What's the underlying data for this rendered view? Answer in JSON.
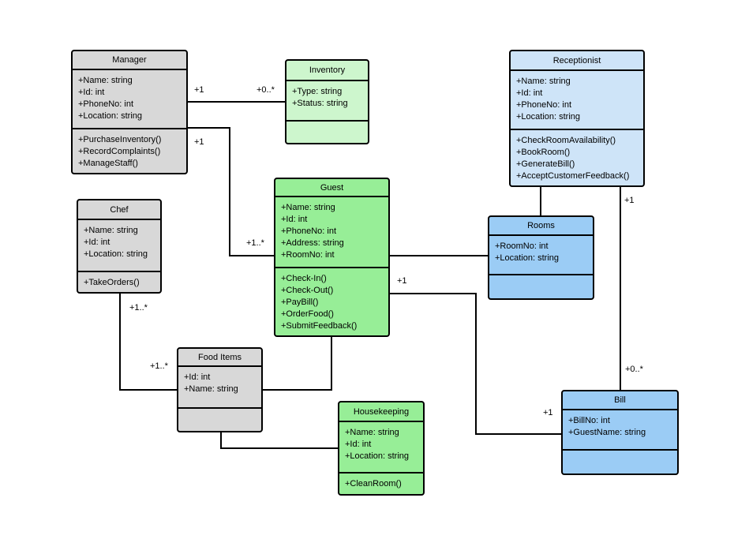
{
  "diagram": {
    "background_color": "#ffffff",
    "stroke_color": "#000000",
    "text_color": "#000000",
    "fill_colors": {
      "gray": "#d8d8d8",
      "pale_green": "#cdf6cd",
      "green": "#97ee97",
      "pale_blue": "#cee4f8",
      "blue": "#9bccf5"
    },
    "classes": [
      {
        "id": "manager",
        "title": "Manager",
        "attributes": [
          "+Name: string",
          "+Id: int",
          "+PhoneNo: int",
          "+Location: string"
        ],
        "methods": [
          "+PurchaseInventory()",
          "+RecordComplaints()",
          "+ManageStaff()"
        ],
        "fill": "gray"
      },
      {
        "id": "inventory",
        "title": "Inventory",
        "attributes": [
          "+Type: string",
          "+Status: string"
        ],
        "methods": [],
        "fill": "pale_green"
      },
      {
        "id": "receptionist",
        "title": "Receptionist",
        "attributes": [
          "+Name: string",
          "+Id: int",
          "+PhoneNo: int",
          "+Location: string"
        ],
        "methods": [
          "+CheckRoomAvailability()",
          "+BookRoom()",
          "+GenerateBill()",
          "+AcceptCustomerFeedback()"
        ],
        "fill": "pale_blue"
      },
      {
        "id": "guest",
        "title": "Guest",
        "attributes": [
          "+Name: string",
          "+Id: int",
          "+PhoneNo: int",
          "+Address: string",
          "+RoomNo: int"
        ],
        "methods": [
          "+Check-In()",
          "+Check-Out()",
          "+PayBill()",
          "+OrderFood()",
          "+SubmitFeedback()"
        ],
        "fill": "green"
      },
      {
        "id": "chef",
        "title": "Chef",
        "attributes": [
          "+Name: string",
          "+Id: int",
          "+Location: string"
        ],
        "methods": [
          "+TakeOrders()"
        ],
        "fill": "gray"
      },
      {
        "id": "rooms",
        "title": "Rooms",
        "attributes": [
          "+RoomNo: int",
          "+Location: string"
        ],
        "methods": [],
        "fill": "blue"
      },
      {
        "id": "food-items",
        "title": "Food Items",
        "attributes": [
          "+Id: int",
          "+Name: string"
        ],
        "methods": [],
        "fill": "gray"
      },
      {
        "id": "housekeeping",
        "title": "Housekeeping",
        "attributes": [
          "+Name: string",
          "+Id: int",
          "+Location: string"
        ],
        "methods": [
          "+CleanRoom()"
        ],
        "fill": "green"
      },
      {
        "id": "bill",
        "title": "Bill",
        "attributes": [
          "+BillNo: int",
          "+GuestName: string"
        ],
        "methods": [],
        "fill": "blue"
      }
    ],
    "associations": [
      {
        "id": "manager-inventory",
        "from": "Manager",
        "to": "Inventory",
        "source_label": "+1",
        "target_label": "+0..*"
      },
      {
        "id": "manager-guest",
        "from": "Manager",
        "to": "Guest",
        "source_label": "+1",
        "target_label": "+1..*"
      },
      {
        "id": "receptionist-rooms",
        "from": "Receptionist",
        "to": "Rooms",
        "source_label": "",
        "target_label": ""
      },
      {
        "id": "receptionist-bill",
        "from": "Receptionist",
        "to": "Bill",
        "source_label": "+1",
        "target_label": "+0..*"
      },
      {
        "id": "guest-rooms",
        "from": "Guest",
        "to": "Rooms",
        "source_label": "",
        "target_label": ""
      },
      {
        "id": "guest-bill",
        "from": "Guest",
        "to": "Bill",
        "source_label": "+1",
        "target_label": "+1"
      },
      {
        "id": "chef-food-items",
        "from": "Chef",
        "to": "Food Items",
        "source_label": "+1..*",
        "target_label": "+1..*"
      },
      {
        "id": "food-items-guest",
        "from": "Food Items",
        "to": "Guest",
        "source_label": "",
        "target_label": ""
      },
      {
        "id": "food-items-housekeeping",
        "from": "Food Items",
        "to": "Housekeeping",
        "source_label": "",
        "target_label": ""
      }
    ]
  }
}
